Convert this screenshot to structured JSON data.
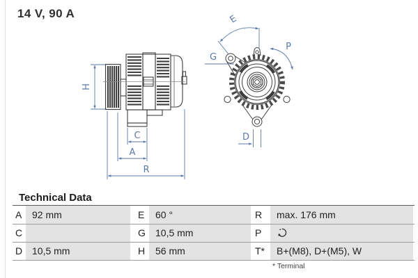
{
  "title": "14 V, 90 A",
  "diagram": {
    "labels": {
      "H": "H",
      "C": "C",
      "A": "A",
      "R": "R",
      "E": "E",
      "G": "G",
      "P": "P",
      "D": "D"
    }
  },
  "technical_data": {
    "heading": "Technical Data",
    "footnote": "* Terminal",
    "rows": [
      [
        {
          "label": "A",
          "value": "92 mm"
        },
        {
          "label": "E",
          "value": "60 °"
        },
        {
          "label": "R",
          "value": "max. 176 mm"
        }
      ],
      [
        {
          "label": "C",
          "value": ""
        },
        {
          "label": "G",
          "value": "10,5 mm"
        },
        {
          "label": "P",
          "value": "",
          "icon": "rotation-direction-icon"
        }
      ],
      [
        {
          "label": "D",
          "value": "10,5 mm"
        },
        {
          "label": "H",
          "value": "56 mm"
        },
        {
          "label": "T*",
          "value": "B+(M8), D+(M5), W"
        }
      ]
    ]
  },
  "colors": {
    "dimension_blue": "#5b7aa8",
    "drawing_line": "#3f3f3f",
    "value_cell_gray": "#e3e3e3"
  }
}
